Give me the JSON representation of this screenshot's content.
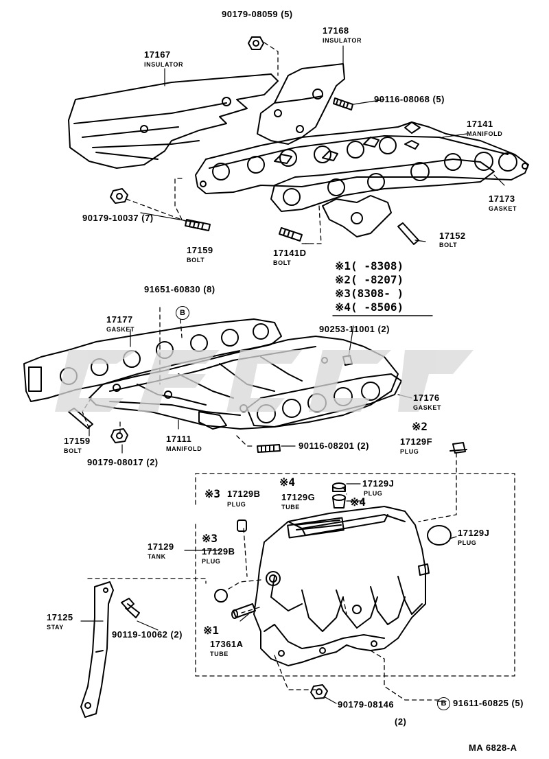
{
  "figure_code": "MA  6828-A",
  "symbols": {
    "b_marker": "B",
    "ref_mark": "※"
  },
  "colors": {
    "line": "#000000",
    "watermark": "#d8d8d8",
    "paper": "#ffffff"
  },
  "notes": [
    {
      "mark": "※1",
      "text": "(     -8308)"
    },
    {
      "mark": "※2",
      "text": "(     -8207)"
    },
    {
      "mark": "※3",
      "text": "(8308-     )"
    },
    {
      "mark": "※4",
      "text": "(     -8506)"
    }
  ],
  "parts": {
    "p90179_08059": {
      "num": "90179-08059 (5)"
    },
    "p17168": {
      "num": "17168",
      "name": "INSULATOR"
    },
    "p17167": {
      "num": "17167",
      "name": "INSULATOR"
    },
    "p90116_08068": {
      "num": "90116-08068 (5)"
    },
    "p17141": {
      "num": "17141",
      "name": "MANIFOLD"
    },
    "p17173": {
      "num": "17173",
      "name": "GASKET"
    },
    "p90179_10037": {
      "num": "90179-10037 (7)"
    },
    "p17159a": {
      "num": "17159",
      "name": "BOLT"
    },
    "p17141D": {
      "num": "17141D",
      "name": "BOLT"
    },
    "p17152": {
      "num": "17152",
      "name": "BOLT"
    },
    "p91651_60830": {
      "num": "91651-60830 (8)"
    },
    "p17177": {
      "num": "17177",
      "name": "GASKET"
    },
    "p90253_11001": {
      "num": "90253-11001 (2)"
    },
    "p17176": {
      "num": "17176",
      "name": "GASKET"
    },
    "p17159b": {
      "num": "17159",
      "name": "BOLT"
    },
    "p17111": {
      "num": "17111",
      "name": "MANIFOLD"
    },
    "p90116_08201": {
      "num": "90116-08201 (2)"
    },
    "p90179_08017": {
      "num": "90179-08017 (2)"
    },
    "p17129F": {
      "mark": "※2",
      "num": "17129F",
      "name": "PLUG"
    },
    "p17129J_top": {
      "num": "17129J",
      "name": "PLUG"
    },
    "p17129G": {
      "mark": "※4",
      "num": "17129G",
      "name": "TUBE",
      "mark2": "※4"
    },
    "p17129B_top": {
      "mark": "※3",
      "num": "17129B",
      "name": "PLUG"
    },
    "p17129J_side": {
      "num": "17129J",
      "name": "PLUG"
    },
    "p17129": {
      "num": "17129",
      "name": "TANK"
    },
    "p17129B_mid": {
      "mark": "※3",
      "num": "17129B",
      "name": "PLUG"
    },
    "p17125": {
      "num": "17125",
      "name": "STAY"
    },
    "p90119_10062": {
      "num": "90119-10062 (2)"
    },
    "p17361A": {
      "mark": "※1",
      "num": "17361A",
      "name": "TUBE"
    },
    "p90179_08146": {
      "num": "90179-08146",
      "qty": "(2)"
    },
    "p91611_60825": {
      "num": "91611-60825 (5)"
    }
  }
}
